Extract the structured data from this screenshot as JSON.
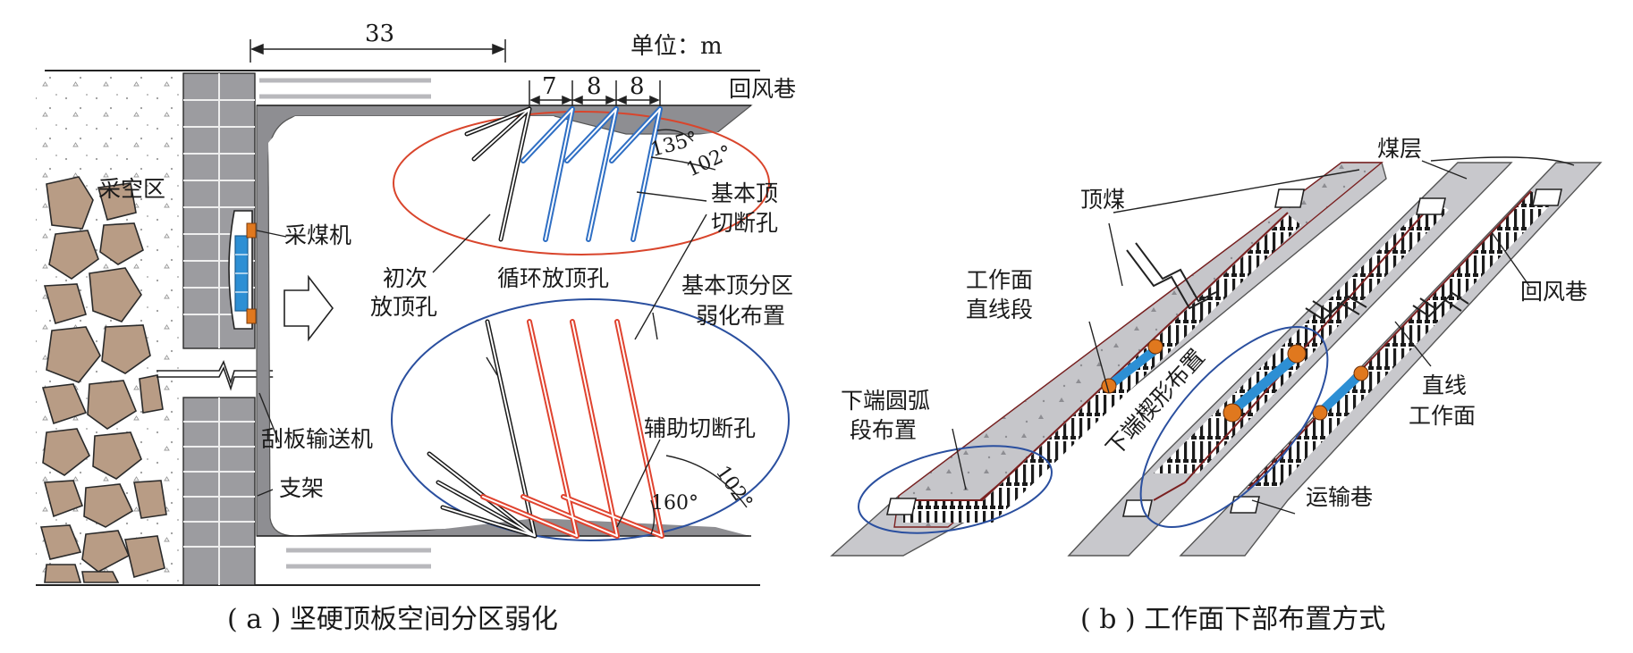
{
  "panel_a": {
    "caption": "( a ) 坚硬顶板空间分区弱化",
    "unit": "单位：m",
    "dim_total": "33",
    "dims": [
      "7",
      "8",
      "8"
    ],
    "labels": {
      "return_airway": "回风巷",
      "goaf": "采空区",
      "shearer": "采煤机",
      "initial_hole_l1": "初次",
      "initial_hole_l2": "放顶孔",
      "cyclic_hole": "循环放顶孔",
      "basic_roof_cut_l1": "基本顶",
      "basic_roof_cut_l2": "切断孔",
      "basic_roof_zone_l1": "基本顶分区",
      "basic_roof_zone_l2": "弱化布置",
      "aux_cut_hole": "辅助切断孔",
      "conveyor": "刮板输送机",
      "support": "支架"
    },
    "angles": [
      "135°",
      "102°",
      "102°",
      "160°"
    ]
  },
  "panel_b": {
    "caption": "( b ) 工作面下部布置方式",
    "labels": {
      "coal_seam": "煤层",
      "top_coal": "顶煤",
      "face_straight_l1": "工作面",
      "face_straight_l2": "直线段",
      "return_airway": "回风巷",
      "lower_arc_l1": "下端圆弧",
      "lower_arc_l2": "段布置",
      "lower_wedge": "下端楔形布置",
      "straight_face_l1": "直线",
      "straight_face_l2": "工作面",
      "haulage_roadway": "运输巷"
    }
  },
  "colors": {
    "red_hole": "#e0432f",
    "blue_hole": "#2f6fc4",
    "red_ellipse": "#d9452c",
    "blue_ellipse": "#2a4f9f",
    "coal_gray": "#c8c8cc",
    "rock_brown": "#b89c85",
    "shearer_blue": "#2d8fd4",
    "shearer_orange": "#e0781e"
  }
}
